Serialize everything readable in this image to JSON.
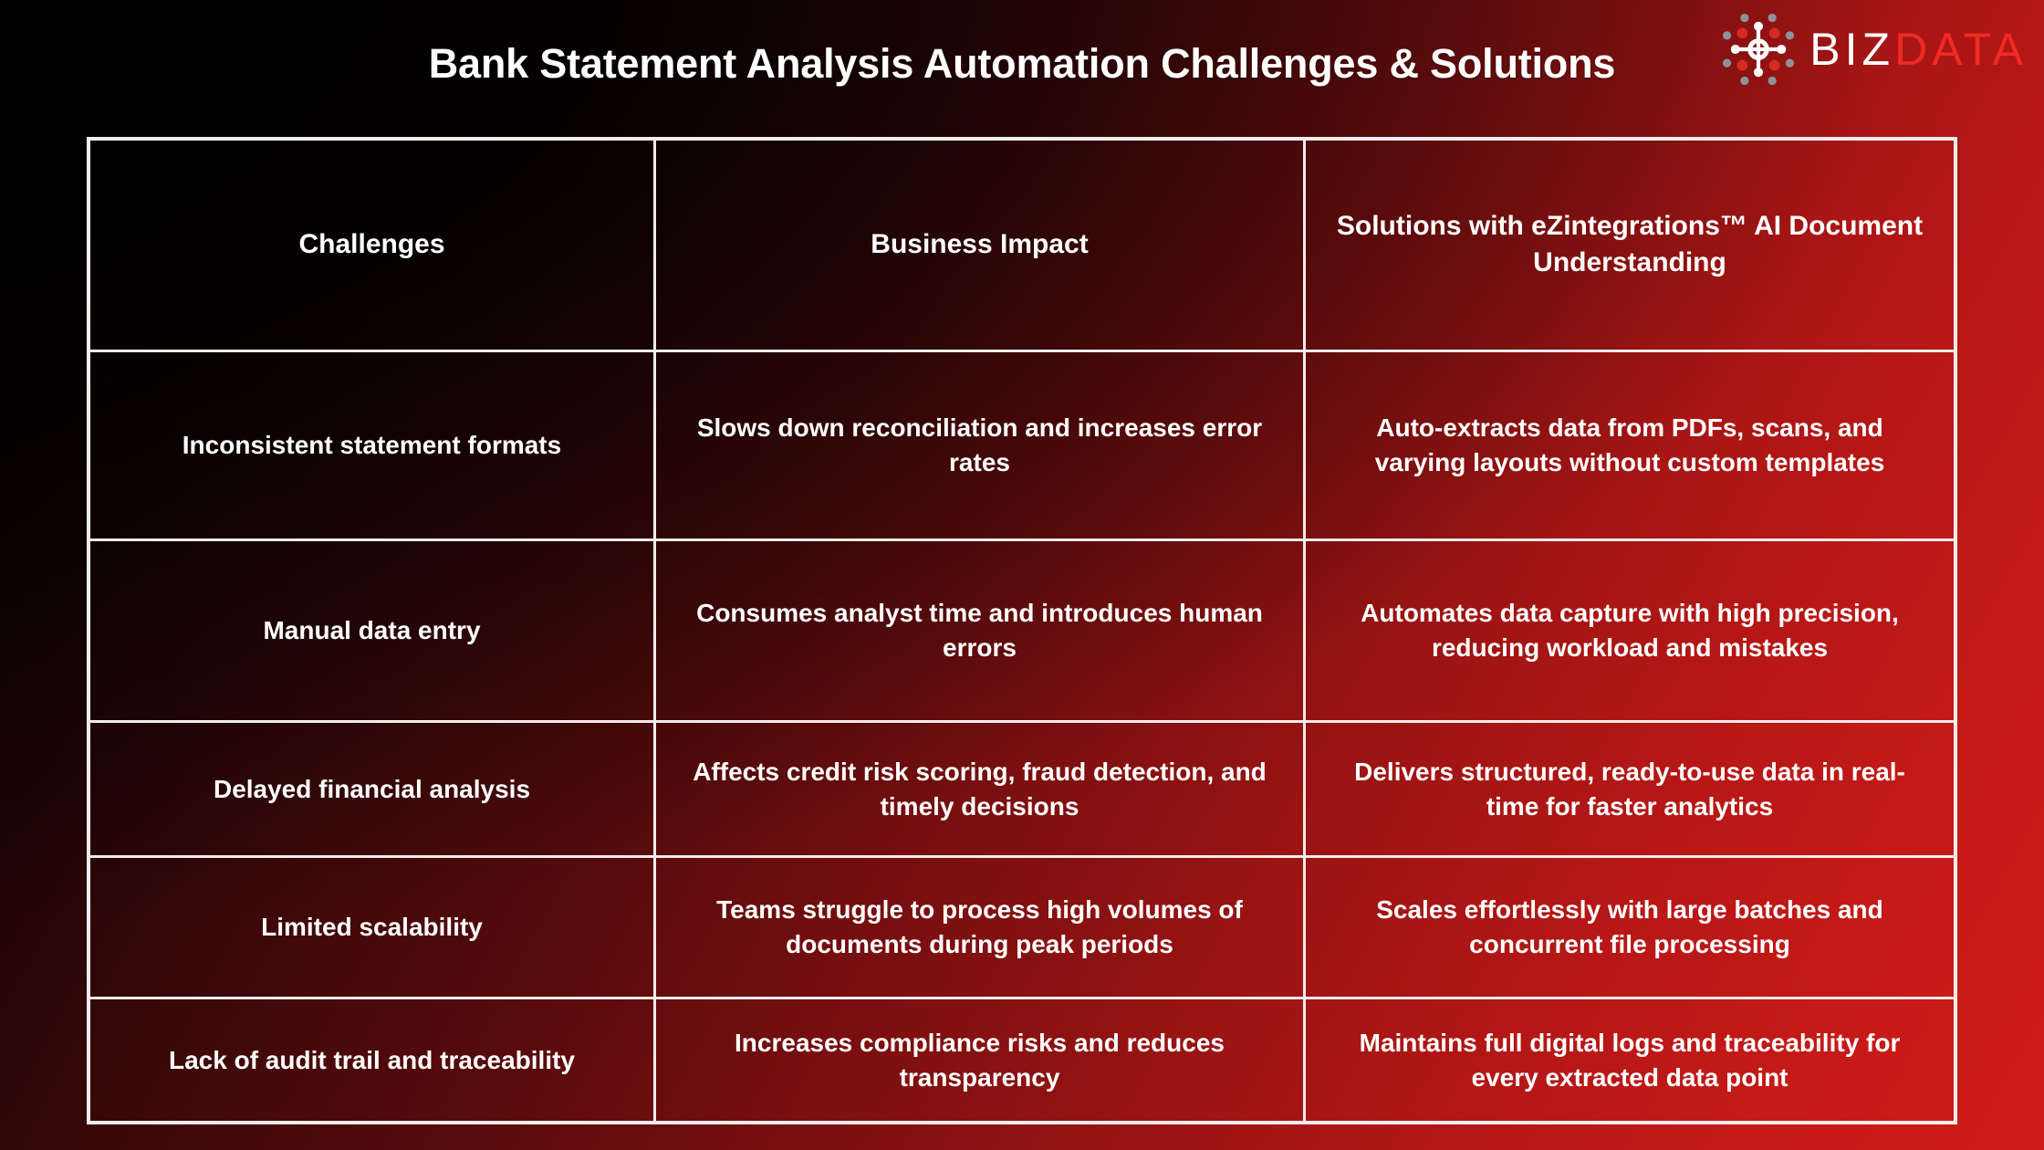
{
  "page": {
    "title": "Bank Statement Analysis Automation Challenges & Solutions"
  },
  "brand": {
    "logo_icon": "network-nodes-icon",
    "name_part1": "BIZ",
    "name_part2": "DATA",
    "accent_color": "#ef2b24",
    "white": "#ffffff",
    "node_red": "#d62b22",
    "node_gray": "#8d9298"
  },
  "colors": {
    "bg_dark": "#050000",
    "bg_red": "#cf1c19",
    "border": "#f2eceb",
    "text": "#ffffff"
  },
  "table": {
    "headers": [
      "Challenges",
      "Business Impact",
      "Solutions with eZintegrations™ AI Document Understanding"
    ],
    "rows": [
      {
        "challenge": "Inconsistent statement formats",
        "impact": "Slows down reconciliation and increases error rates",
        "solution": "Auto-extracts data from PDFs, scans, and varying layouts without custom templates"
      },
      {
        "challenge": "Manual data entry",
        "impact": "Consumes analyst time and introduces human errors",
        "solution": "Automates data capture with high precision, reducing workload and mistakes"
      },
      {
        "challenge": "Delayed financial analysis",
        "impact": "Affects credit risk scoring, fraud detection, and timely decisions",
        "solution": "Delivers structured, ready-to-use data in real-time for faster analytics"
      },
      {
        "challenge": "Limited scalability",
        "impact": "Teams struggle to process high volumes of documents during peak periods",
        "solution": "Scales effortlessly with large batches and concurrent file processing"
      },
      {
        "challenge": "Lack of audit trail and traceability",
        "impact": "Increases compliance risks and reduces transparency",
        "solution": "Maintains full digital logs and traceability for every extracted data point"
      }
    ]
  }
}
